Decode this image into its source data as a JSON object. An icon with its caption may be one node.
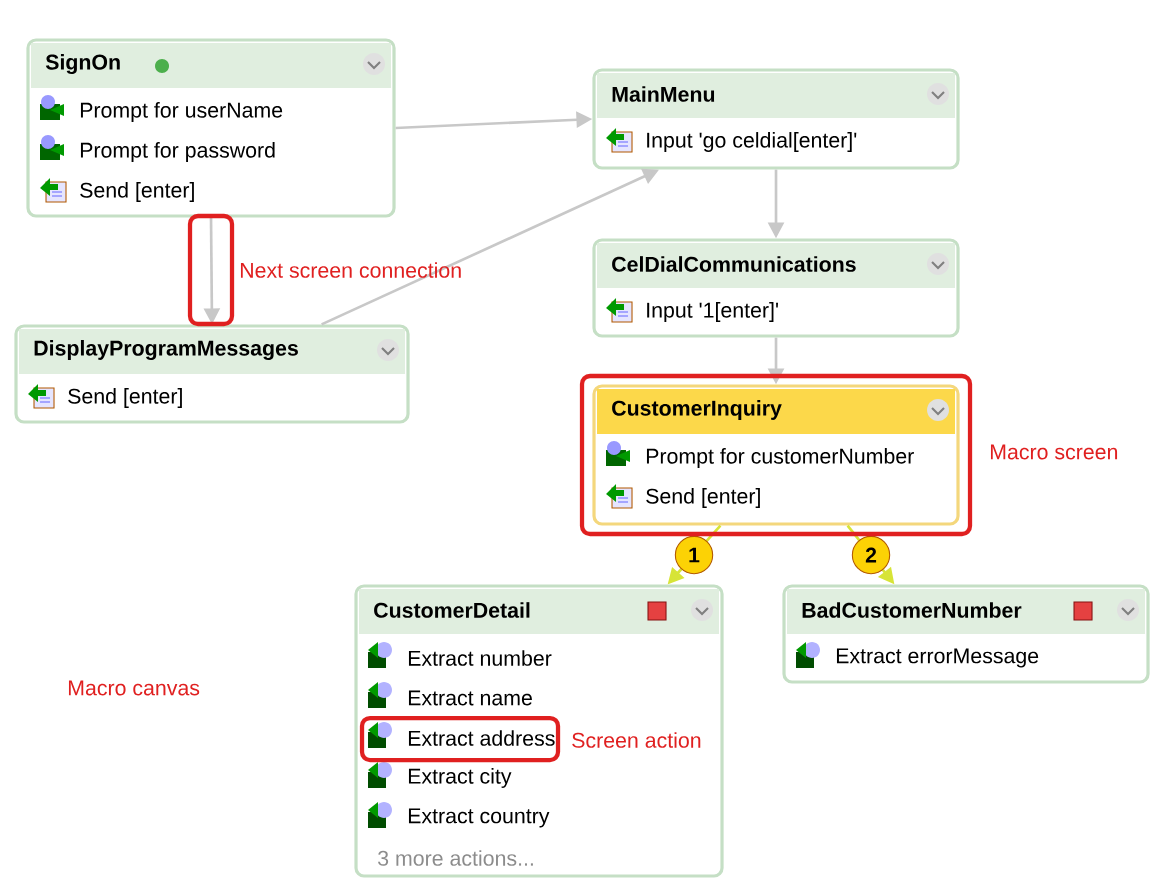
{
  "diagram": {
    "nodes": [
      {
        "text": [
          "SignOn",
          "Prompt for userName",
          "Prompt for password",
          "Send [enter]"
        ]
      },
      {
        "text": [
          "MainMenu",
          "Input 'go celdial[enter]'"
        ]
      },
      {
        "text": [
          "DisplayProgramMessages",
          "Send [enter]"
        ]
      },
      {
        "text": [
          "CelDialCommunications",
          "Input '1[enter]'"
        ]
      },
      {
        "text": [
          "CustomerInquiry",
          "Prompt for customerNumber",
          "Send [enter]"
        ]
      },
      {
        "text": [
          "CustomerDetail",
          "Extract number",
          "Extract name",
          "Extract address",
          "Extract city",
          "Extract country",
          "3 more actions..."
        ]
      },
      {
        "text": [
          "BadCustomerNumber",
          "Extract errorMessage"
        ]
      }
    ],
    "edges": [
      {
        "from": 0,
        "to": 1,
        "arrow": "to"
      },
      {
        "from": 0,
        "to": 2,
        "arrow": "to"
      },
      {
        "from": 2,
        "to": 1,
        "arrow": "to"
      },
      {
        "from": 1,
        "to": 3,
        "arrow": "to"
      },
      {
        "from": 3,
        "to": 4,
        "arrow": "to"
      },
      {
        "from": 4,
        "to": 5,
        "arrow": "to",
        "label": "1",
        "color": "#f5c518"
      },
      {
        "from": 4,
        "to": 6,
        "arrow": "to",
        "label": "2",
        "color": "#f5c518"
      }
    ],
    "labels": [
      "Next screen connection",
      "Macro screen",
      "Macro canvas",
      "Screen action"
    ]
  }
}
